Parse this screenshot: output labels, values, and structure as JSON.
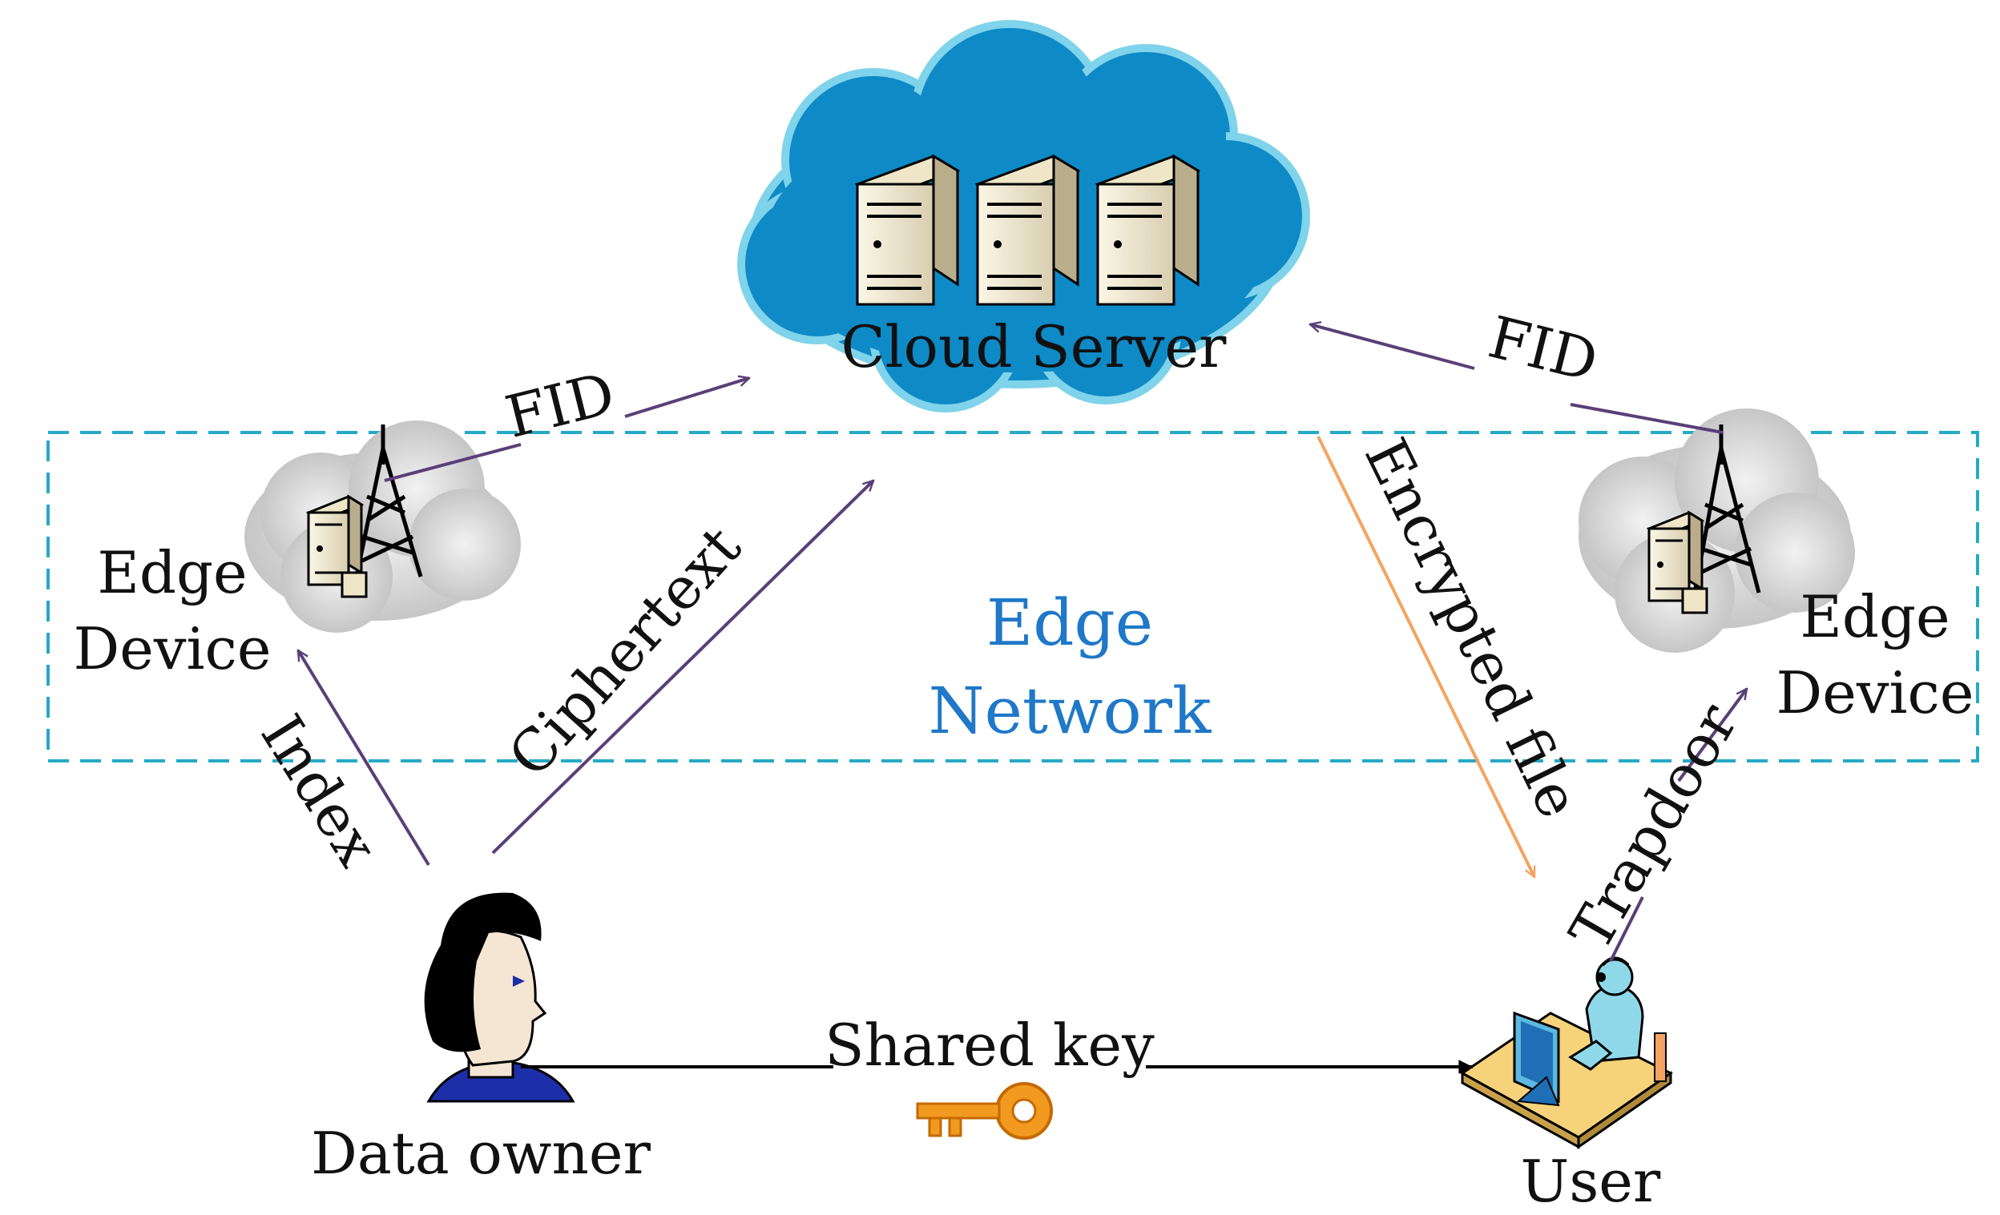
{
  "cloud": {
    "title": "Cloud Server",
    "fill": "#0e8ac6",
    "edge": "#7fd3ea"
  },
  "network": {
    "line1": "Edge",
    "line2": "Network",
    "box_color": "#26a9c7"
  },
  "edge_left": {
    "line1": "Edge",
    "line2": "Device"
  },
  "edge_right": {
    "line1": "Edge",
    "line2": "Device"
  },
  "owner": {
    "label": "Data owner"
  },
  "user": {
    "label": "User"
  },
  "arrows": {
    "fid_left": "FID",
    "fid_right": "FID",
    "ciphertext": "Ciphertext",
    "index": "Index",
    "encrypted_file": "Encrypted file",
    "trapdoor": "Trapdoor",
    "shared_key": "Shared key"
  },
  "colors": {
    "arrow": "#5a3f78",
    "file_arrow": "#f4a460",
    "key": "#f29a1f",
    "text_blue": "#1f78c8"
  }
}
